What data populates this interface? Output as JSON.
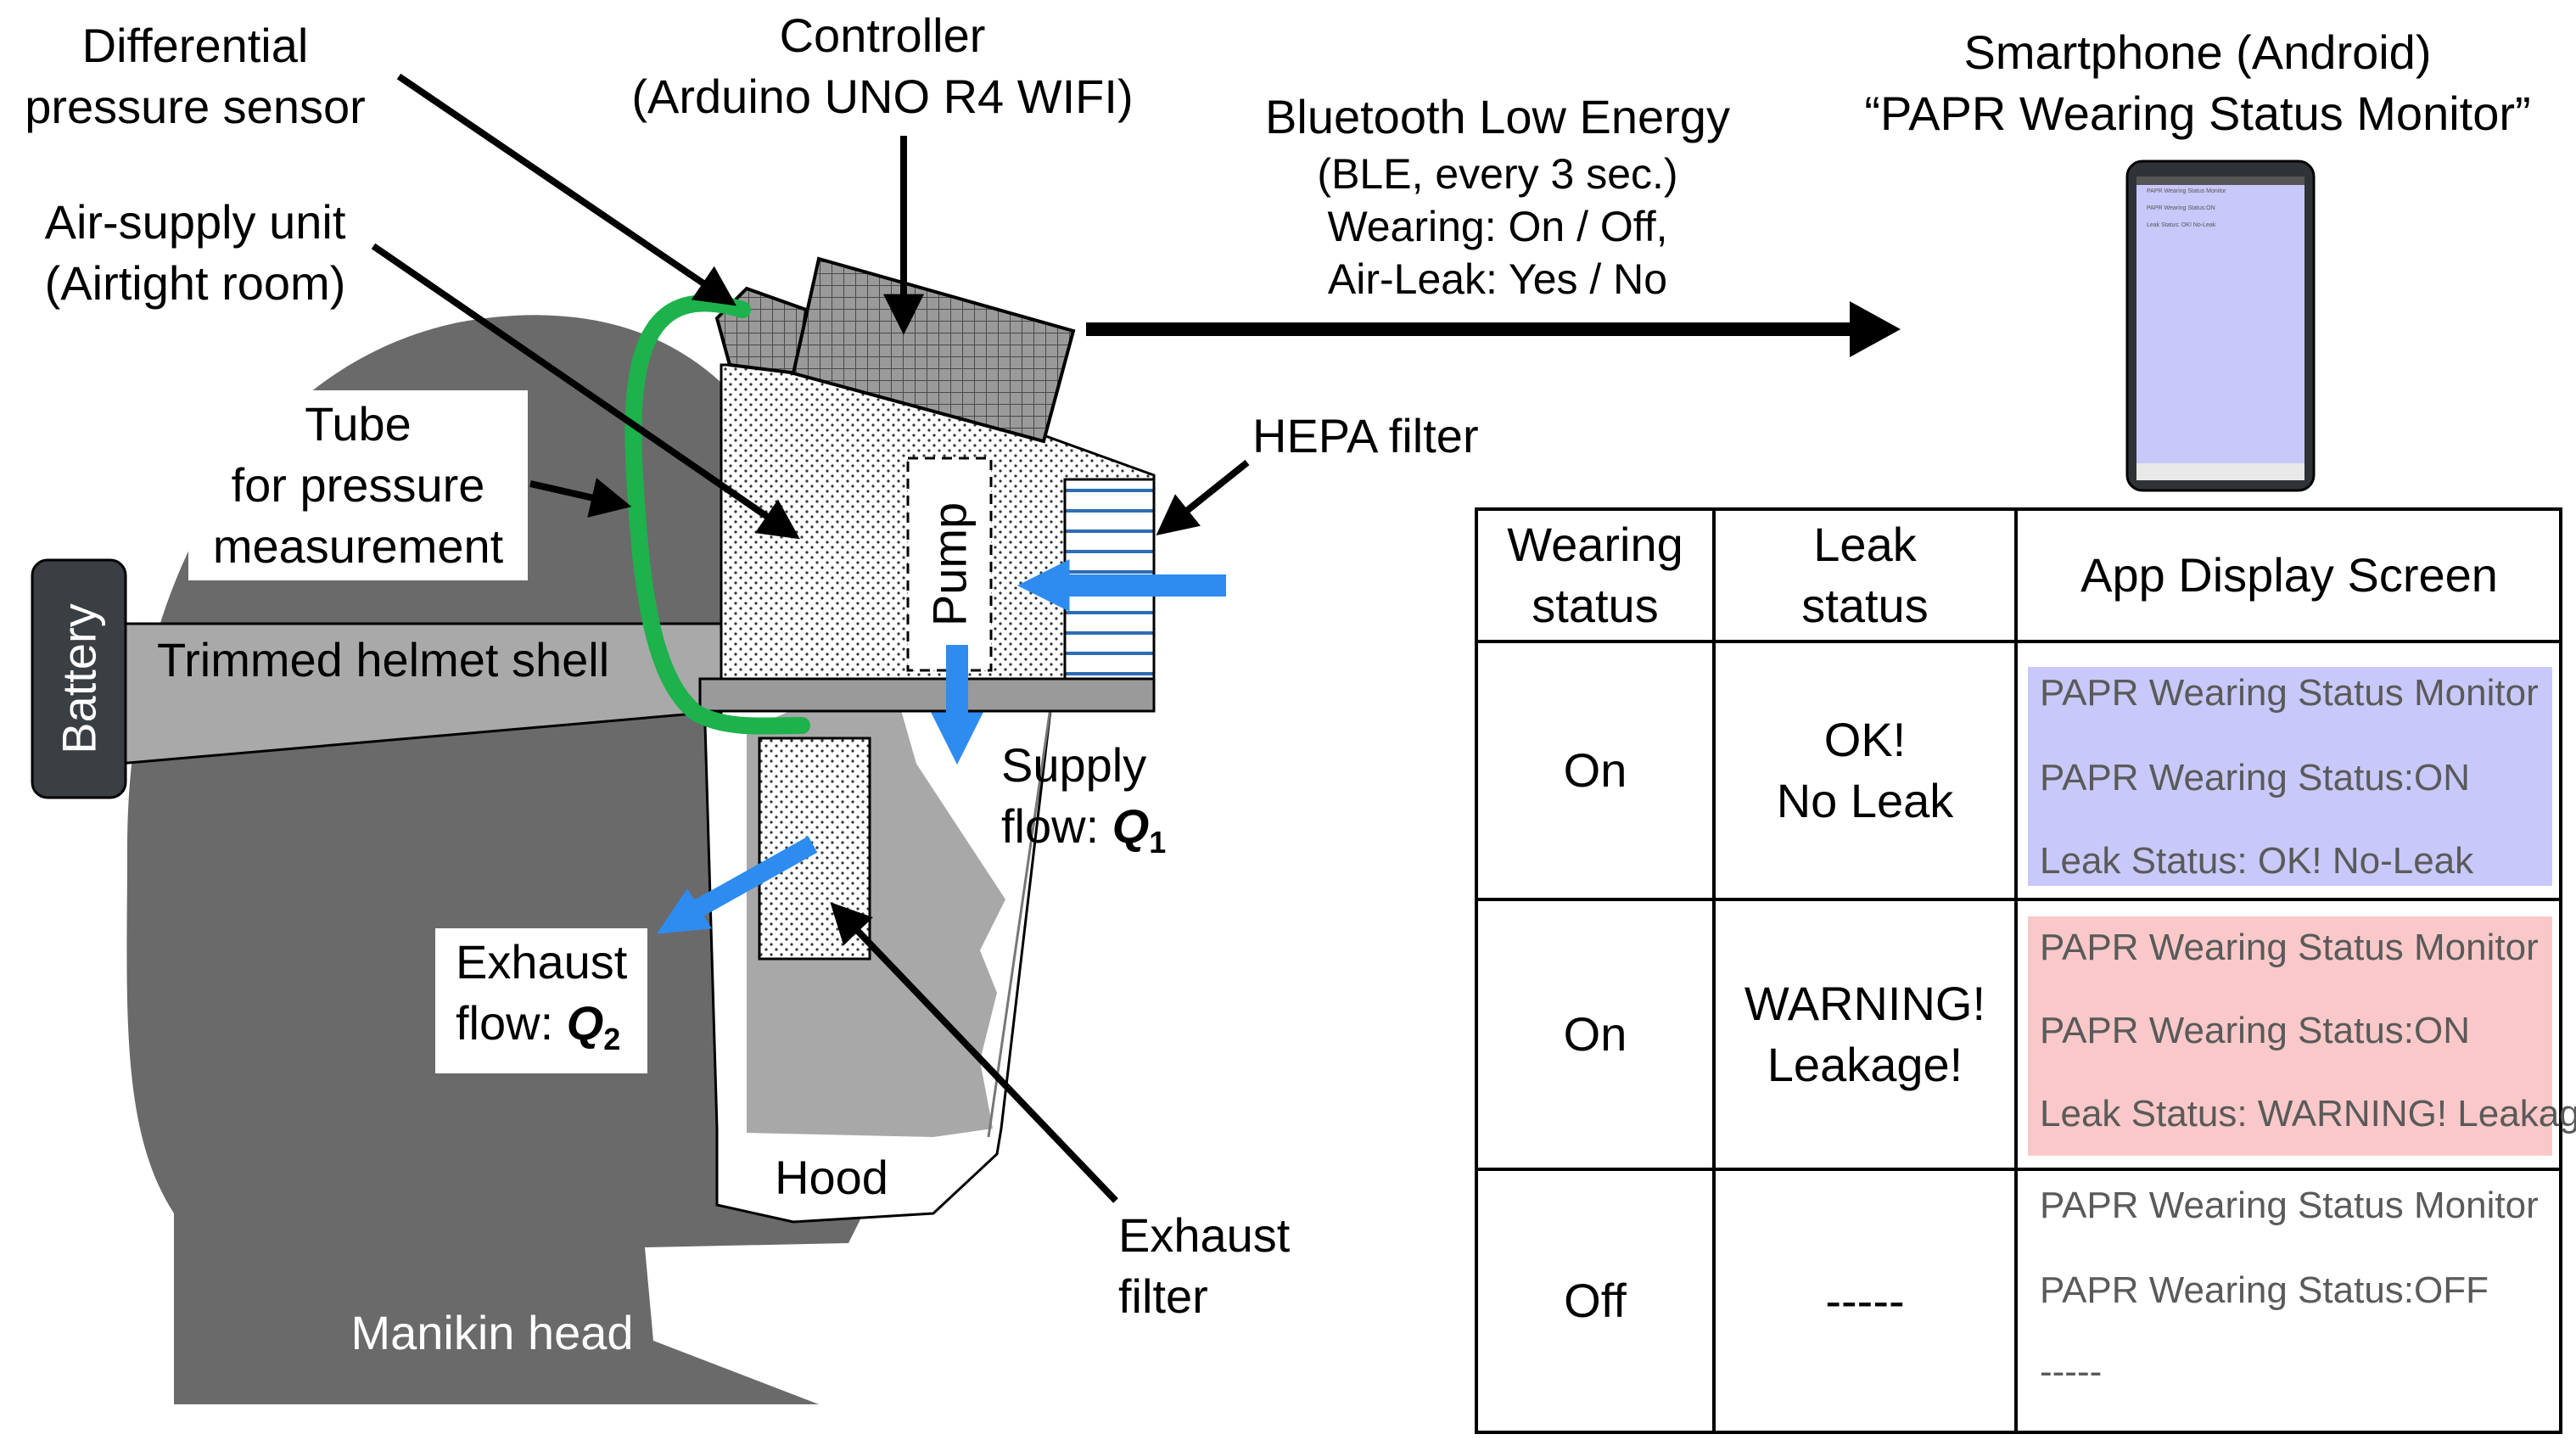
{
  "labels": {
    "differential_sensor": [
      "Differential",
      "pressure sensor"
    ],
    "controller": [
      "Controller",
      "(Arduino UNO R4 WIFI)"
    ],
    "air_supply": [
      "Air-supply unit",
      "(Airtight room)"
    ],
    "tube": [
      "Tube",
      "for pressure",
      "measurement"
    ],
    "battery": "Battery",
    "helmet_shell": "Trimmed helmet shell",
    "pump": "Pump",
    "hepa": "HEPA filter",
    "supply_flow": "Supply flow: ",
    "supply_symbol": "Q",
    "supply_sub": "1",
    "exhaust_flow_line1": "Exhaust",
    "exhaust_flow_line2": "flow: ",
    "exhaust_symbol": "Q",
    "exhaust_sub": "2",
    "hood": "Hood",
    "exhaust_filter": [
      "Exhaust",
      "filter"
    ],
    "manikin": "Manikin head",
    "ble": [
      "Bluetooth Low Energy",
      "(BLE, every 3 sec.)",
      "Wearing: On / Off,",
      "Air-Leak: Yes / No"
    ],
    "smartphone": [
      "Smartphone (Android)",
      "“PAPR Wearing Status Monitor”"
    ]
  },
  "phone_screen": [
    "PAPR Wearing Status Monitor",
    "PAPR Wearing Status:ON",
    "Leak Status: OK! No-Leak"
  ],
  "table": {
    "headers": [
      [
        "Wearing",
        "status"
      ],
      [
        "Leak",
        "status"
      ],
      [
        "App Display Screen"
      ]
    ],
    "rows": [
      {
        "wearing": "On",
        "leak": [
          "OK!",
          "No Leak"
        ],
        "screen": [
          "PAPR Wearing Status Monitor",
          "PAPR Wearing Status:ON",
          "Leak Status: OK! No-Leak"
        ],
        "screen_color": "#c8c8fa"
      },
      {
        "wearing": "On",
        "leak": [
          "WARNING!",
          "Leakage!"
        ],
        "screen": [
          "PAPR Wearing Status Monitor",
          "PAPR Wearing Status:ON",
          "Leak Status: WARNING! Leakage!"
        ],
        "screen_color": "#fac8c8"
      },
      {
        "wearing": "Off",
        "leak": [
          "-----"
        ],
        "screen": [
          "PAPR Wearing Status Monitor",
          "PAPR Wearing Status:OFF",
          "-----"
        ],
        "screen_color": "#ffffff"
      }
    ]
  },
  "colors": {
    "head": "#6a6a6a",
    "tube": "#1db24b",
    "flow_arrow": "#2e8cf0",
    "helmet_shell": "#a9a9a9",
    "battery": "#3a3f44",
    "phone_screen": "#c8c8fa"
  }
}
